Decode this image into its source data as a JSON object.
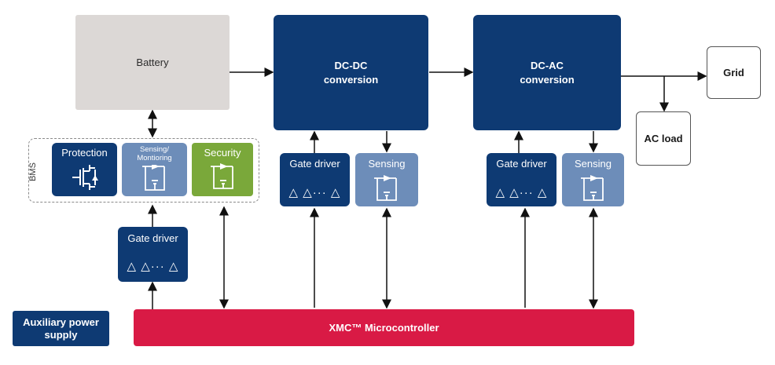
{
  "blocks": {
    "battery": "Battery",
    "dcdc": "DC-DC\nconversion",
    "dcac": "DC-AC\nconversion",
    "grid": "Grid",
    "ac_load": "AC load",
    "bms_label": "BMS",
    "protection": "Protection",
    "sensing_monitoring": "Sensing/\nMontioring",
    "security": "Security",
    "gate_driver": "Gate driver",
    "sensing": "Sensing",
    "aux_power": "Auxiliary power\nsupply",
    "microcontroller": "XMC™ Microcontroller"
  },
  "symbols": {
    "gate_driver_triangles": "△ △··· △"
  },
  "colors": {
    "navy": "#0e3a73",
    "light_blue": "#6d8db9",
    "green": "#7aa83a",
    "red": "#d91a45",
    "battery_grey": "#dcd8d6"
  }
}
